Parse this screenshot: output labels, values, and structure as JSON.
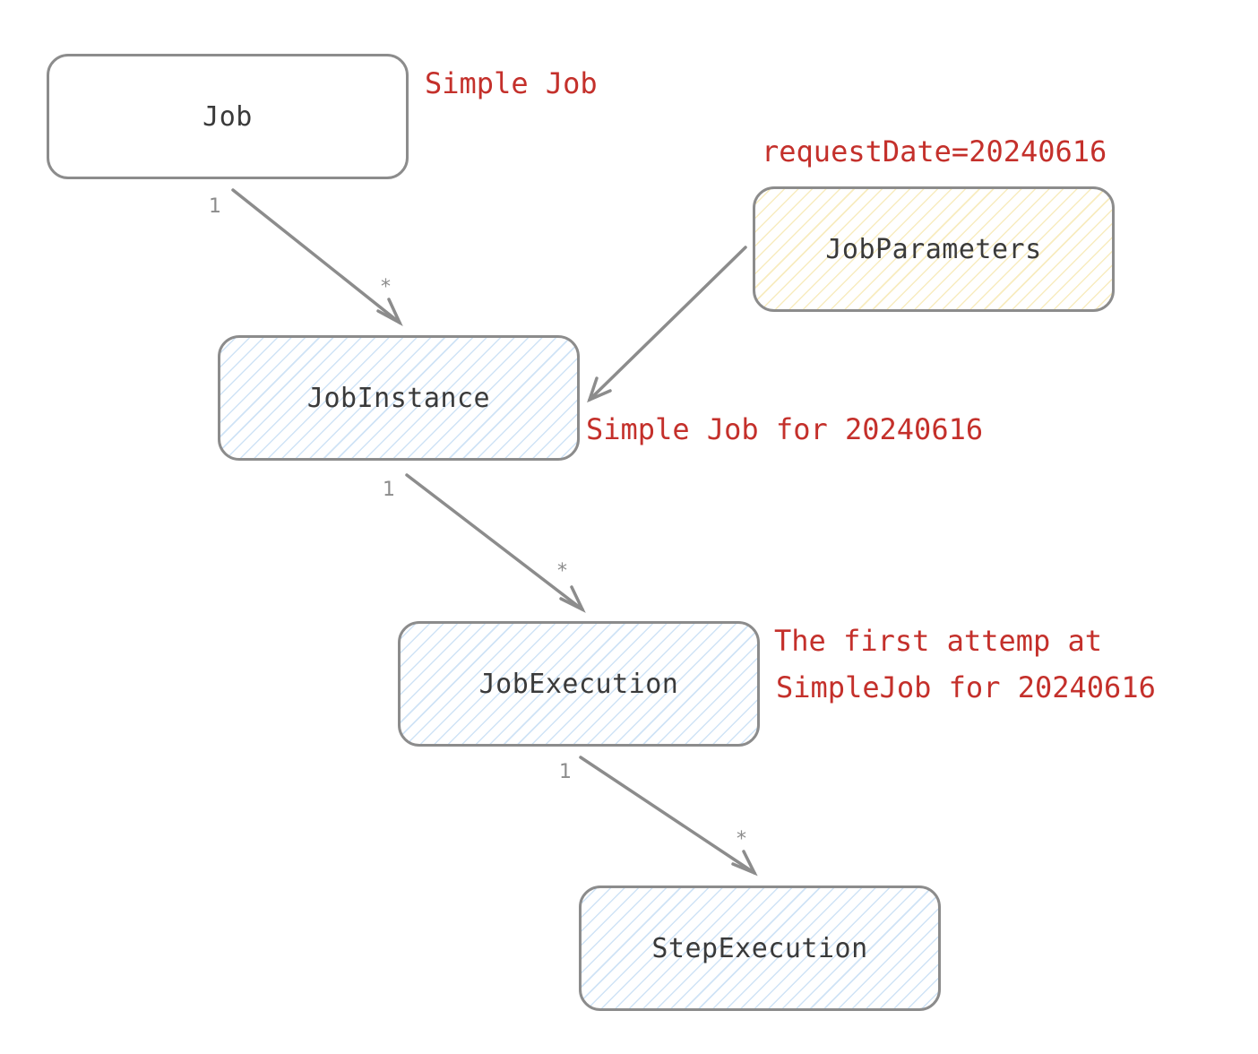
{
  "nodes": {
    "job": "Job",
    "job_parameters": "JobParameters",
    "job_instance": "JobInstance",
    "job_execution": "JobExecution",
    "step_execution": "StepExecution"
  },
  "annotations": {
    "job_note": "Simple Job",
    "parameters_note": "requestDate=20240616",
    "instance_note": "Simple Job for 20240616",
    "execution_note_line1": "The first attemp at",
    "execution_note_line2": "SimpleJob for 20240616"
  },
  "multiplicities": {
    "job_to_instance_source": "1",
    "job_to_instance_target": "*",
    "instance_to_execution_source": "1",
    "instance_to_execution_target": "*",
    "execution_to_step_source": "1",
    "execution_to_step_target": "*"
  },
  "colors": {
    "annotation": "#c4302b",
    "stroke": "#8c8c8c",
    "hatch_blue": "#cfe3f6",
    "hatch_yellow": "#f8ecbf"
  }
}
